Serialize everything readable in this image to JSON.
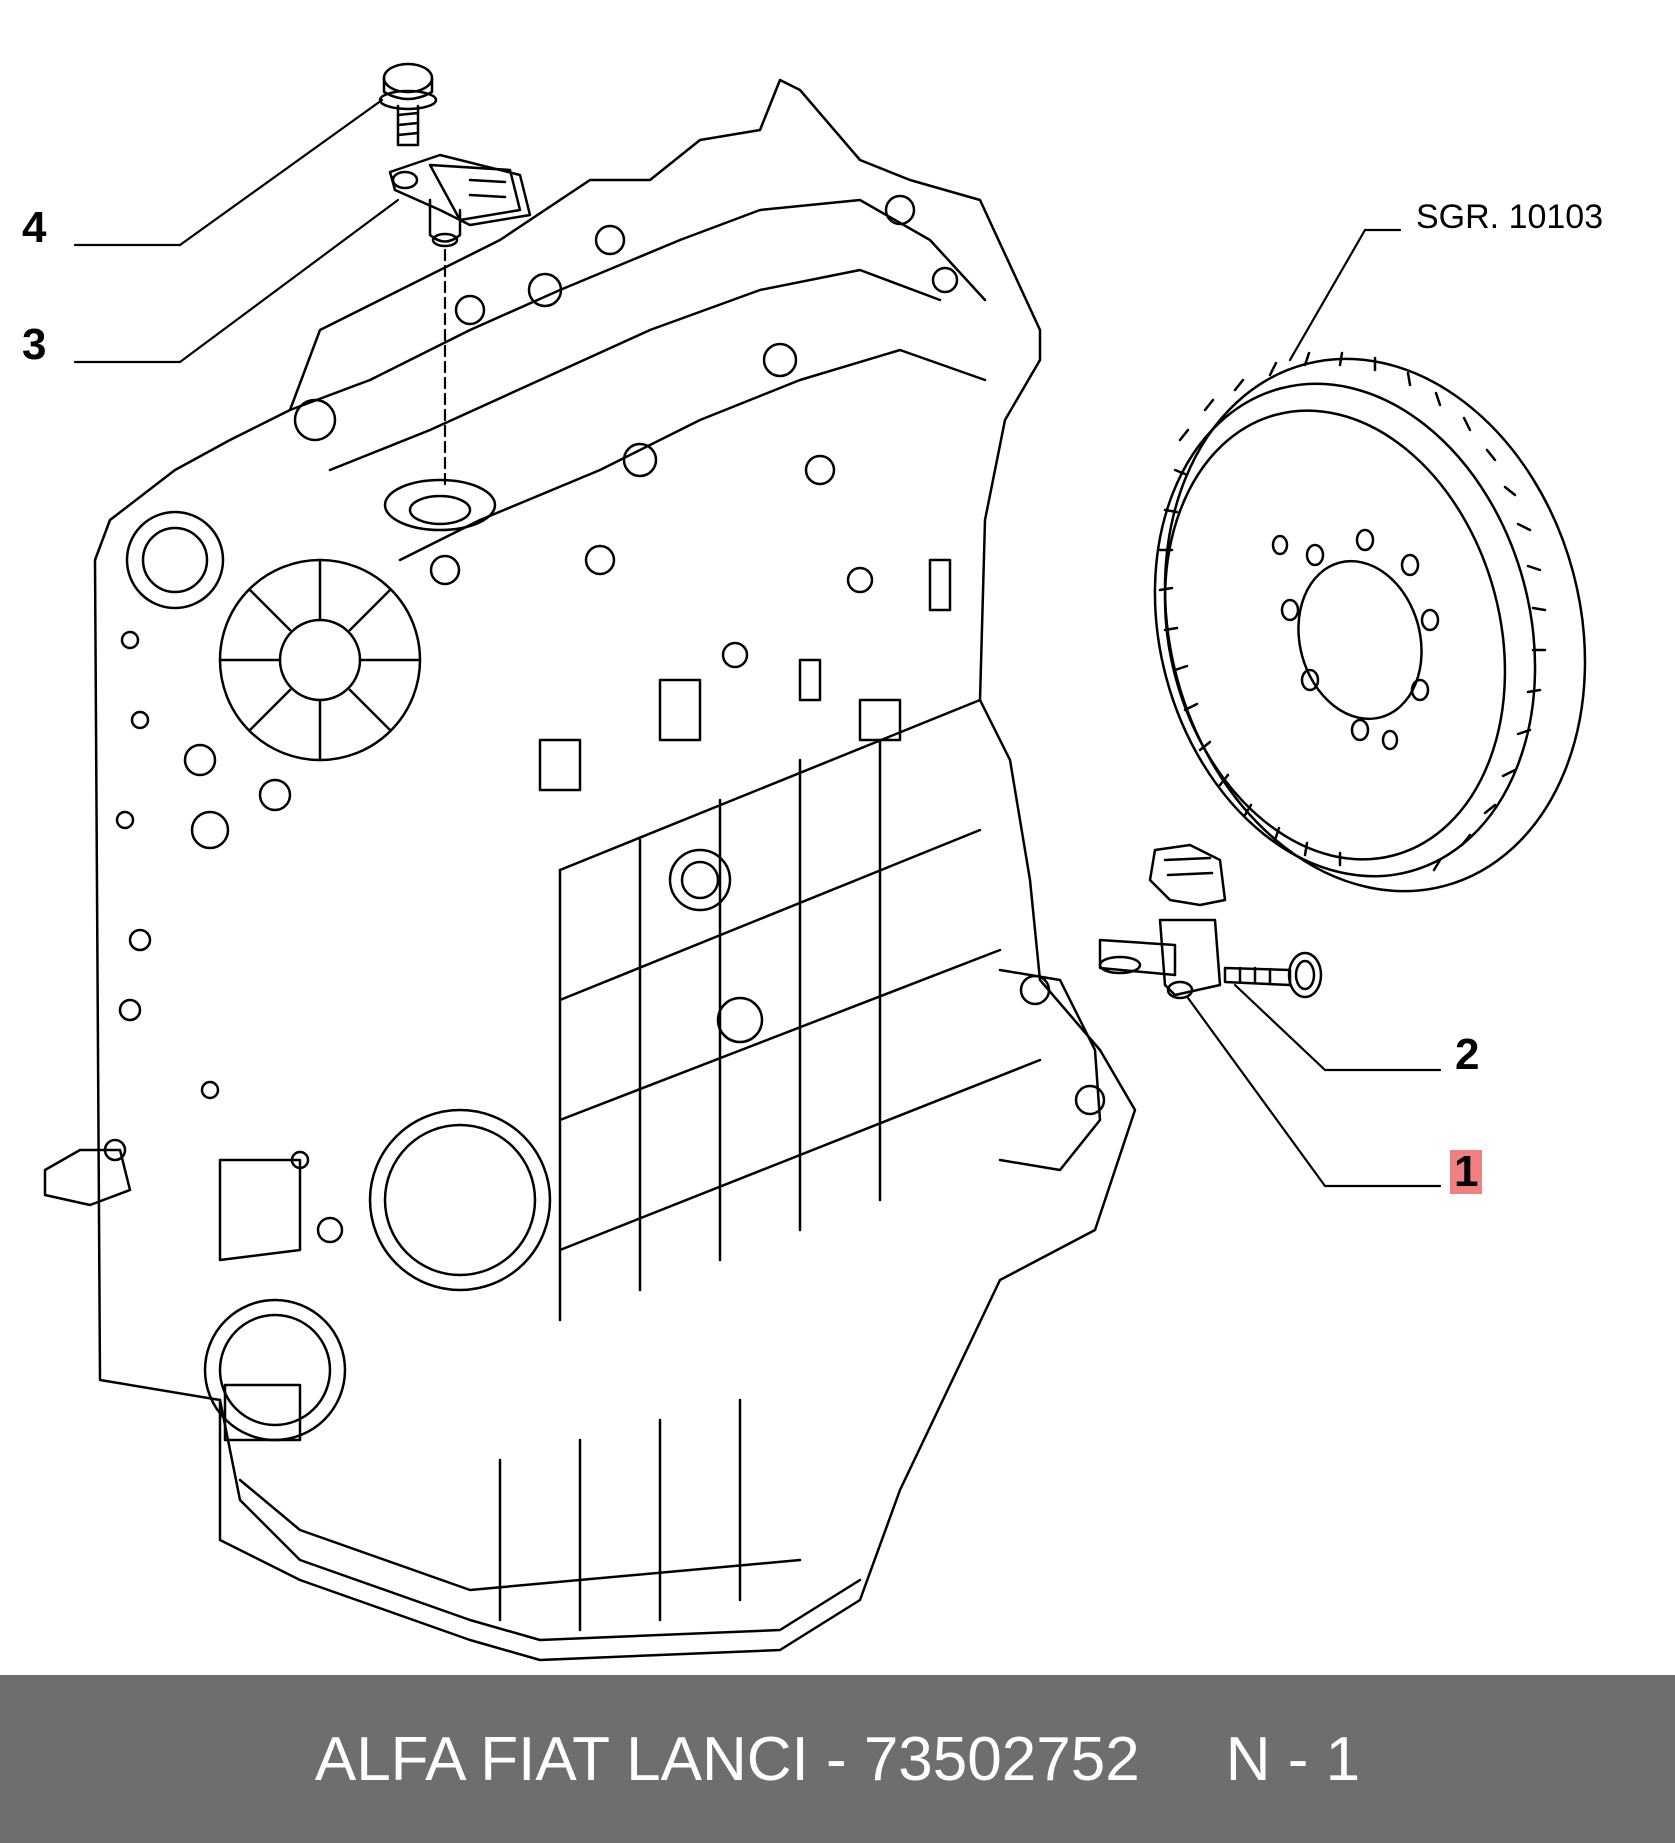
{
  "callouts": {
    "c1": "1",
    "c2": "2",
    "c3": "3",
    "c4": "4"
  },
  "reference": "SGR. 10103",
  "footer": {
    "caption": "ALFA FIAT LANCI - 73502752     N - 1"
  },
  "colors": {
    "footer_bg": "#6e6e6e",
    "highlight": "#f08080",
    "line": "#000000"
  }
}
